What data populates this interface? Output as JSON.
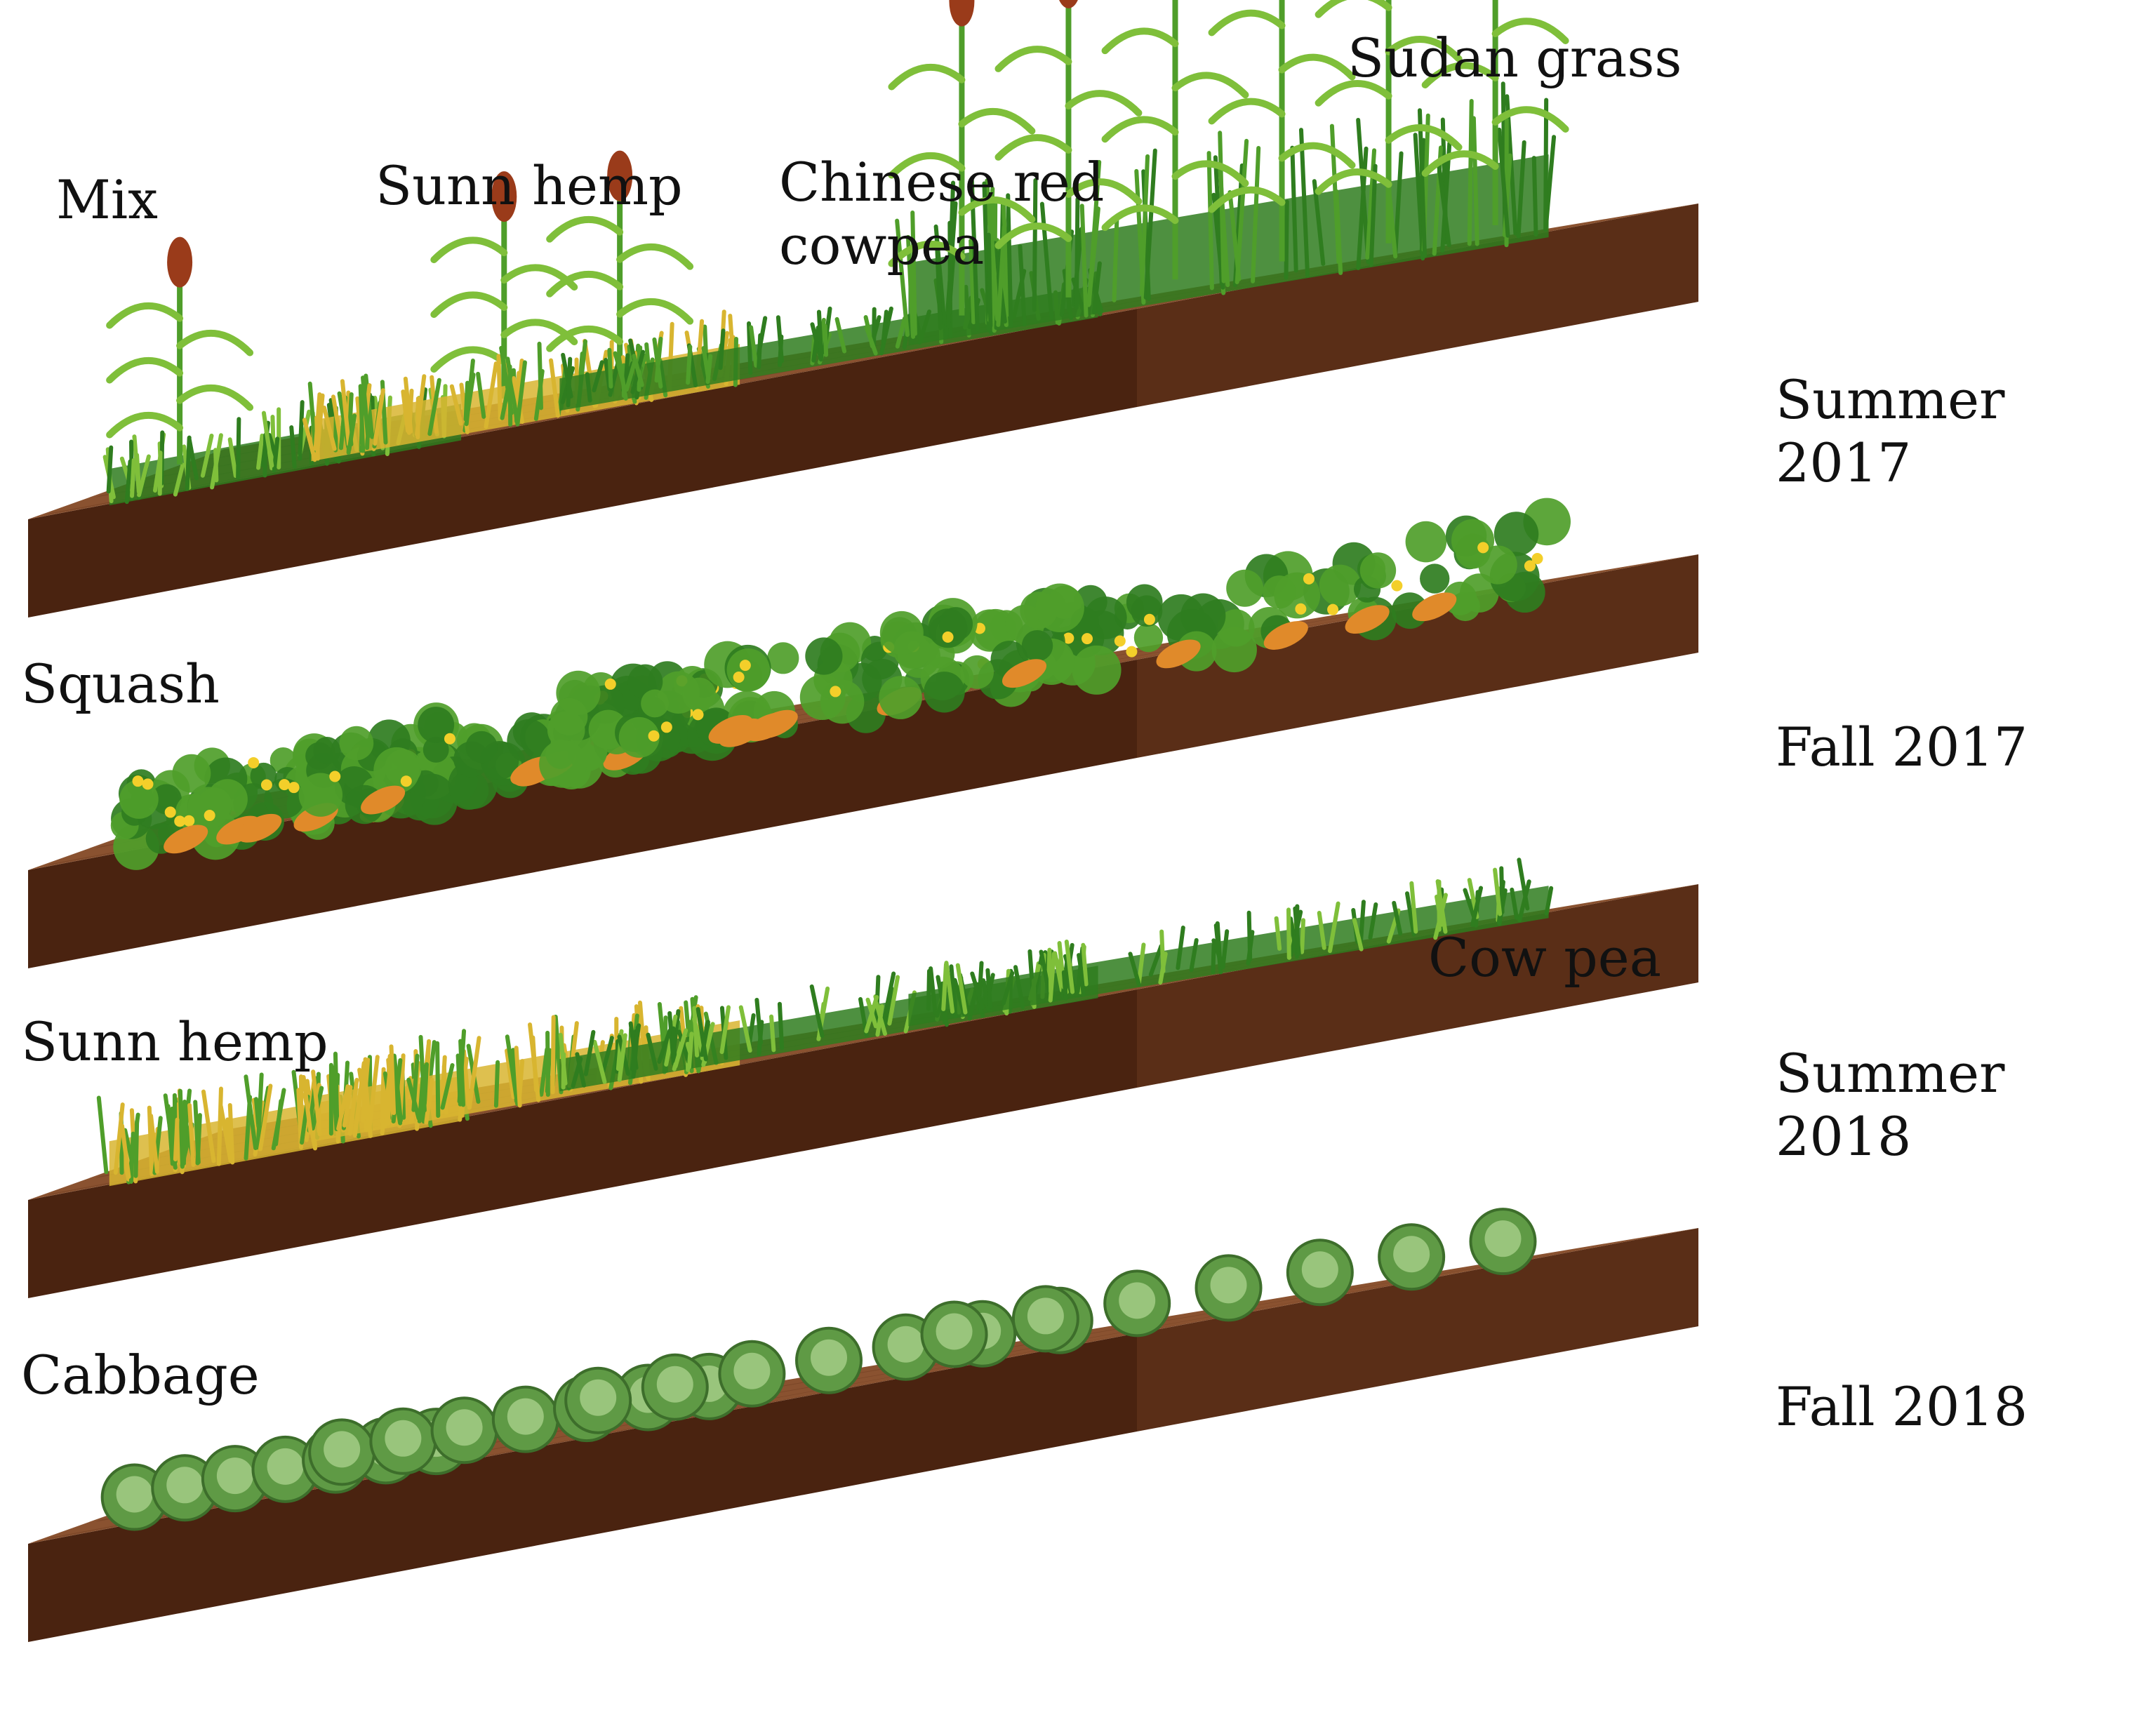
{
  "labels": {
    "mix": "Mix",
    "sunn_hemp_2017": "Sunn hemp",
    "chinese_red_cowpea": "Chinese red\ncowpea",
    "sudan_grass": "Sudan grass",
    "squash": "Squash",
    "sunn_hemp_2018": "Sunn hemp",
    "cow_pea": "Cow pea",
    "cabbage": "Cabbage"
  },
  "seasons": {
    "summer_2017": "Summer 2017",
    "fall_2017": "Fall 2017",
    "summer_2018": "Summer 2018",
    "fall_2018": "Fall 2018"
  },
  "colors": {
    "soil_top": "#8a5230",
    "soil_furrow": "#6b3a1f",
    "soil_side": "#5a2e17",
    "soil_front": "#4a2310",
    "leaf_dark": "#2f7d1f",
    "leaf_mid": "#4f9e2a",
    "leaf_light": "#7fbf3a",
    "hemp_yellow": "#d8b530",
    "sorghum_head": "#9a3b1a",
    "squash_fruit": "#e08a2a",
    "flower_yellow": "#f3cf2a",
    "cabbage": "#5f9a45",
    "cabbage_light": "#a8d08a"
  }
}
